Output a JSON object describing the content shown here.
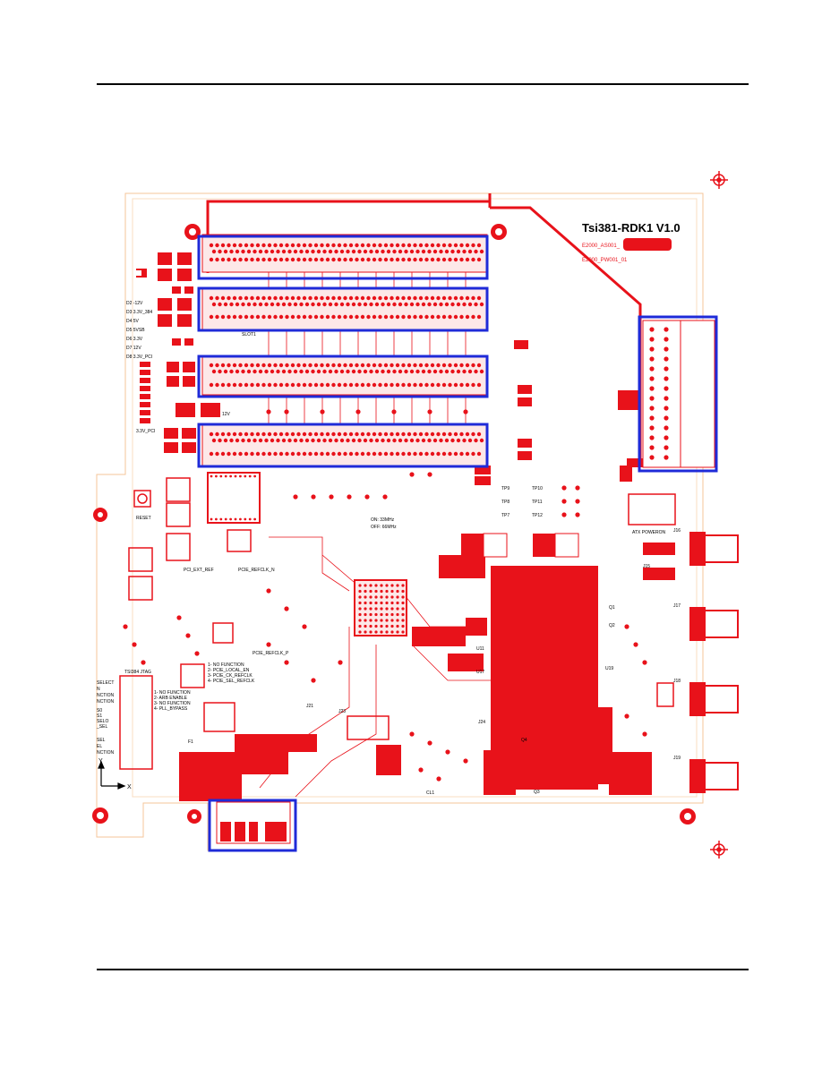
{
  "board": {
    "title": "Tsi381-RDK1  V1.0",
    "part_numbers": [
      "E2000_AS001_",
      "E2000_PW001_01"
    ],
    "slot_label": "SLOT1",
    "led_labels": [
      "D2 -12V",
      "D3 3.3V_384",
      "D4 5V",
      "D5 5VSB",
      "D6 3.3V",
      "D7 12V",
      "D8 3.3V_PCI"
    ],
    "power_labels": [
      "3.3V_PCI",
      "12V"
    ],
    "connector_labels": [
      "TSI384 JTAG",
      "PCIE_REFCLK_P",
      "PCIE_REFCLK_N",
      "PCI_EXT_REF",
      "PCIE_REFCLK_N",
      "ATX POWERON",
      "RESET"
    ],
    "osc_labels": [
      "ON: 33MHz",
      "OFF: 66MHz"
    ],
    "switch_legend": [
      "1- NO FUNCTION",
      "2- PCIE_LOCAL_EN",
      "3- PCIE_CK_REFCLK",
      "4- PCIE_SEL_REFCLK"
    ],
    "jtag_legend": [
      "1- NO FUNCTION",
      "2- ARB ENABLE",
      "3- NO FUNCTION",
      "4- PLL_BYPASS"
    ],
    "edge_labels": [
      "SELECT",
      "N",
      "NCTION",
      "NCTION",
      "S0",
      "S1",
      "SELO",
      "_SEL",
      "SEL",
      "EL",
      "NCTION"
    ],
    "axis_labels": {
      "x": "X",
      "y": "Y"
    },
    "testpoints": [
      "TP9",
      "TP10",
      "TP8",
      "TP11",
      "TP7",
      "TP12"
    ],
    "misc_labels": [
      "CL1",
      "J21",
      "J23",
      "J24",
      "J15",
      "J16",
      "J17",
      "J18",
      "J19",
      "U11",
      "U17",
      "U19",
      "F1",
      "Q1",
      "Q2",
      "Q3",
      "Q4"
    ]
  }
}
